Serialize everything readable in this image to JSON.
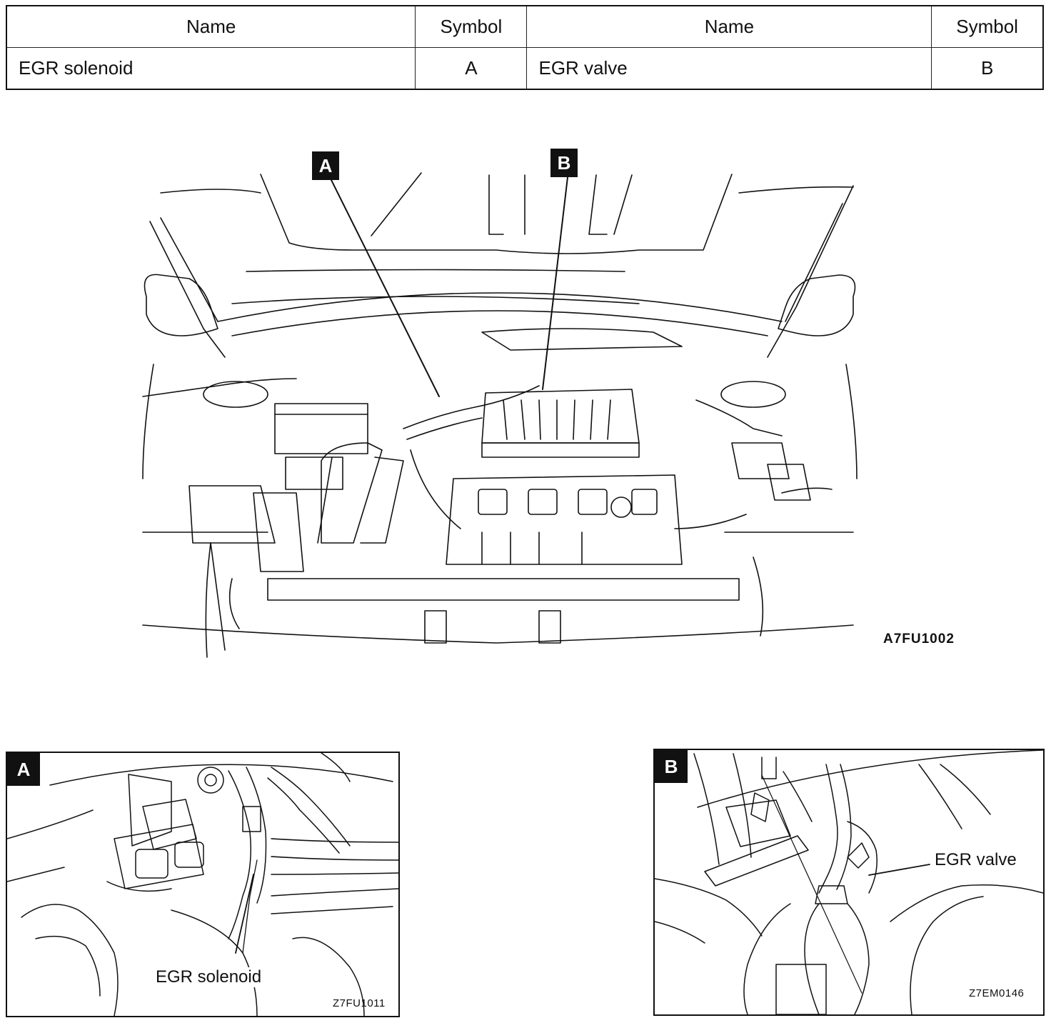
{
  "table": {
    "headers": [
      "Name",
      "Symbol",
      "Name",
      "Symbol"
    ],
    "rows": [
      {
        "name1": "EGR solenoid",
        "symbol1": "A",
        "name2": "EGR valve",
        "symbol2": "B"
      }
    ]
  },
  "main_figure": {
    "callout_a": "A",
    "callout_b": "B",
    "code": "A7FU1002"
  },
  "inset_a": {
    "tag": "A",
    "label": "EGR solenoid",
    "code": "Z7FU1011"
  },
  "inset_b": {
    "tag": "B",
    "label": "EGR valve",
    "code": "Z7EM0146"
  }
}
